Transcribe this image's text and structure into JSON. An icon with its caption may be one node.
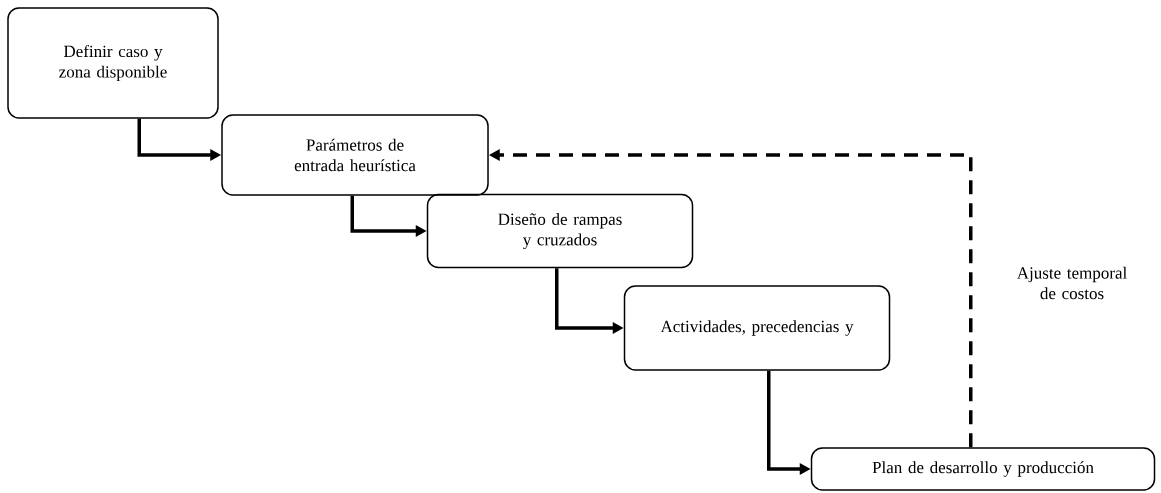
{
  "diagram": {
    "nodes": [
      {
        "text": [
          "Definir caso y zona disponible"
        ]
      },
      {
        "text": [
          "Parámetros de entrada heurística"
        ]
      },
      {
        "text": [
          "Diseño de rampas y cruzados"
        ]
      },
      {
        "text": [
          "Actividades, precedencias y"
        ]
      },
      {
        "text": [
          "Plan de desarrollo y producción"
        ]
      }
    ],
    "edges": [
      {
        "from": 0,
        "to": 1,
        "arrow": "to"
      },
      {
        "from": 1,
        "to": 2,
        "arrow": "to"
      },
      {
        "from": 2,
        "to": 3,
        "arrow": "to"
      },
      {
        "from": 3,
        "to": 4,
        "arrow": "to"
      },
      {
        "from": 4,
        "to": 1,
        "arrow": "to",
        "style": "dashed",
        "label": "Ajuste temporal de costos"
      }
    ]
  }
}
